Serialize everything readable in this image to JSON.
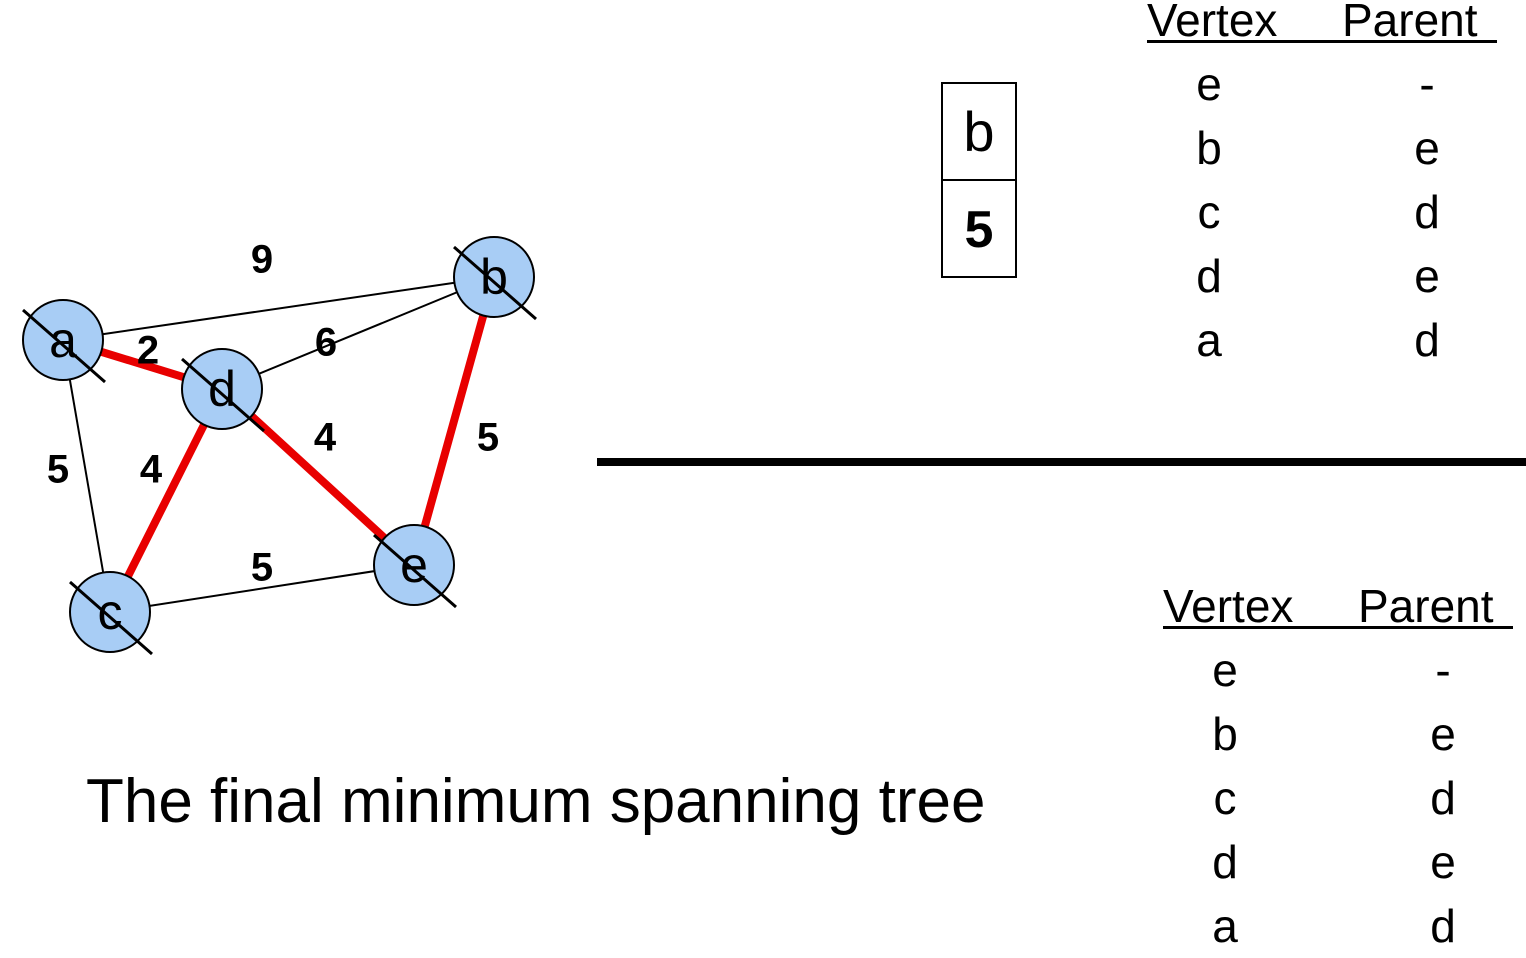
{
  "graph": {
    "nodes": [
      {
        "id": "a",
        "label": "a",
        "crossed": true
      },
      {
        "id": "b",
        "label": "b",
        "crossed": true
      },
      {
        "id": "c",
        "label": "c",
        "crossed": true
      },
      {
        "id": "d",
        "label": "d",
        "crossed": true
      },
      {
        "id": "e",
        "label": "e",
        "crossed": true
      }
    ],
    "edges": [
      {
        "from": "a",
        "to": "b",
        "weight": "9",
        "in_tree": false
      },
      {
        "from": "a",
        "to": "d",
        "weight": "2",
        "in_tree": true
      },
      {
        "from": "d",
        "to": "b",
        "weight": "6",
        "in_tree": false
      },
      {
        "from": "a",
        "to": "c",
        "weight": "5",
        "in_tree": false
      },
      {
        "from": "c",
        "to": "d",
        "weight": "4",
        "in_tree": true
      },
      {
        "from": "d",
        "to": "e",
        "weight": "4",
        "in_tree": true
      },
      {
        "from": "b",
        "to": "e",
        "weight": "5",
        "in_tree": true
      },
      {
        "from": "c",
        "to": "e",
        "weight": "5",
        "in_tree": false
      }
    ],
    "colors": {
      "node_fill": "#a8cdf5",
      "tree_edge": "#e80000",
      "edge": "#000000"
    }
  },
  "priority_queue": {
    "vertex": "b",
    "key": "5"
  },
  "table_top": {
    "headers": [
      "Vertex",
      "Parent"
    ],
    "rows": [
      {
        "vertex": "e",
        "parent": "-"
      },
      {
        "vertex": "b",
        "parent": "e"
      },
      {
        "vertex": "c",
        "parent": "d"
      },
      {
        "vertex": "d",
        "parent": "e"
      },
      {
        "vertex": "a",
        "parent": "d"
      }
    ]
  },
  "table_bottom": {
    "headers": [
      "Vertex",
      "Parent"
    ],
    "rows": [
      {
        "vertex": "e",
        "parent": "-"
      },
      {
        "vertex": "b",
        "parent": "e"
      },
      {
        "vertex": "c",
        "parent": "d"
      },
      {
        "vertex": "d",
        "parent": "e"
      },
      {
        "vertex": "a",
        "parent": "d"
      }
    ]
  },
  "caption": "The final minimum spanning tree"
}
